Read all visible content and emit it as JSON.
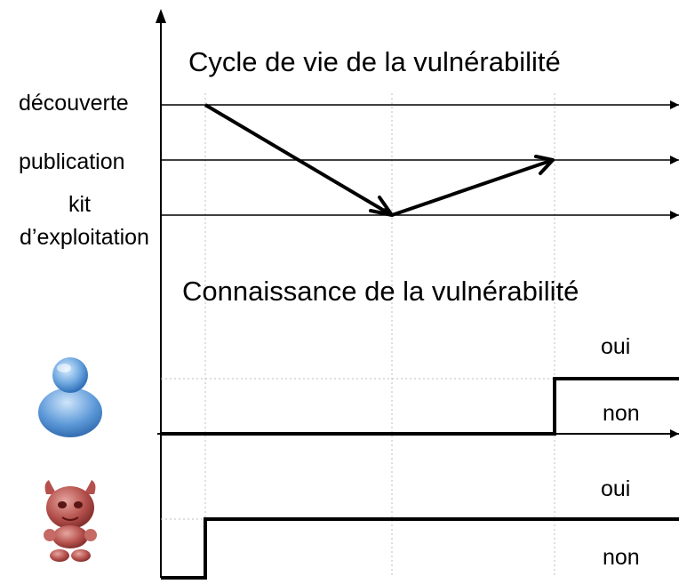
{
  "titles": {
    "lifecycle": "Cycle de vie de la vulnérabilité",
    "knowledge": "Connaissance de la vulnérabilité"
  },
  "events": {
    "discovery": "découverte",
    "publication": "publication",
    "exploit_kit_line1": "kit",
    "exploit_kit_line2": "d’exploitation"
  },
  "states": {
    "user_yes": "oui",
    "user_no": "non",
    "attacker_yes": "oui",
    "attacker_no": "non"
  },
  "actors": {
    "user_icon": "user-icon",
    "attacker_icon": "devil-icon"
  },
  "colors": {
    "user_blue": "#4f8fd0",
    "attacker_red": "#b5514d"
  }
}
